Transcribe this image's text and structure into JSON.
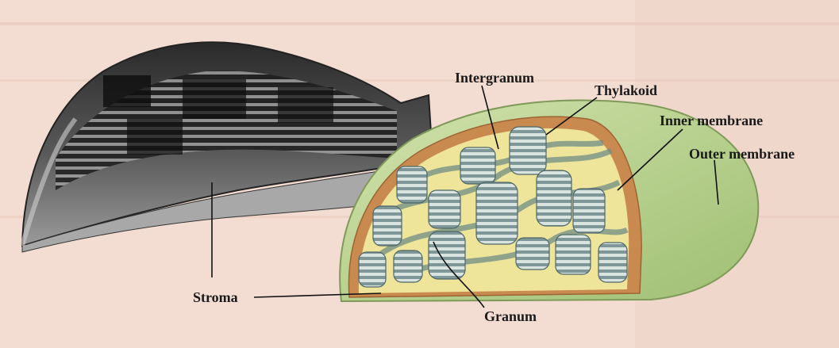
{
  "labels": {
    "intergranum": "Intergranum",
    "thylakoid": "Thylakoid",
    "inner_membrane": "Inner membrane",
    "outer_membrane": "Outer membrane",
    "stroma": "Stroma",
    "granum": "Granum"
  },
  "colors": {
    "background": "#f3ddd2",
    "outer_membrane": "#b5d08e",
    "inner_membrane": "#c98a4f",
    "stroma": "#efe59a",
    "thylakoid": "#8fa7a8",
    "micrograph": "#3b3b3b"
  }
}
